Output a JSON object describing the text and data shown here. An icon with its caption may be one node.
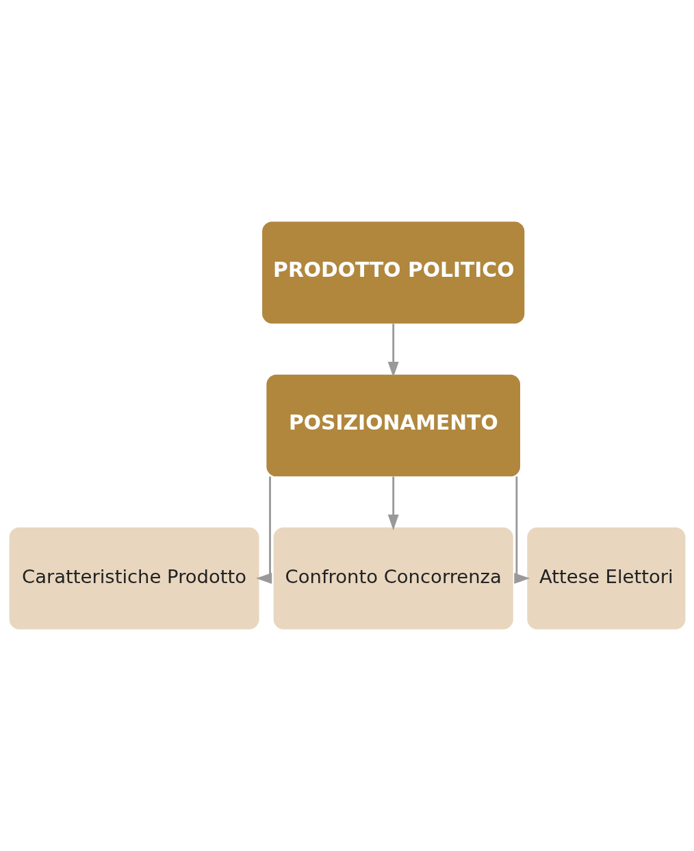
{
  "diagram": {
    "nodes": [
      {
        "text": [
          "PRODOTTO POLITICO"
        ]
      },
      {
        "text": [
          "POSIZIONAMENTO"
        ]
      },
      {
        "text": [
          "Caratteristiche Prodotto"
        ]
      },
      {
        "text": [
          "Confronto Concorrenza"
        ]
      },
      {
        "text": [
          "Attese Elettori"
        ]
      }
    ],
    "edges": [
      {
        "from": 0,
        "to": 1,
        "arrow": "to"
      },
      {
        "from": 1,
        "to": 2,
        "arrow": "to"
      },
      {
        "from": 1,
        "to": 3,
        "arrow": "to"
      },
      {
        "from": 1,
        "to": 4,
        "arrow": "to"
      }
    ]
  }
}
